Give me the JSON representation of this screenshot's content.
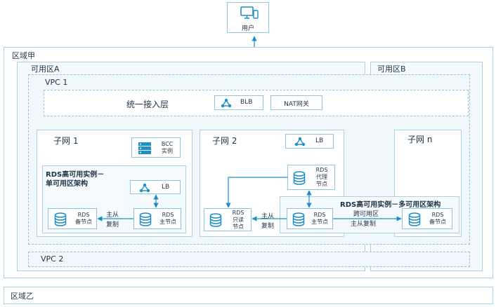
{
  "user": {
    "label": "用户",
    "icon": "computer-monitor-icon"
  },
  "region_a": "区域甲",
  "region_b": "区域乙",
  "az_a": "可用区A",
  "az_b": "可用区B",
  "vpc1": "VPC 1",
  "vpc2": "VPC 2",
  "access_layer": {
    "title": "统一接入层",
    "blb": "BLB",
    "nat": "NAT网关"
  },
  "subnet1": {
    "title": "子网 1",
    "bcc": {
      "line1": "BCC",
      "line2": "实例"
    },
    "rds_group": {
      "line1": "RDS高可用实例－",
      "line2": "单可用区架构"
    },
    "lb": "LB",
    "standby": {
      "line1": "RDS",
      "line2": "备节点"
    },
    "primary": {
      "line1": "RDS",
      "line2": "主节点"
    },
    "replication": {
      "line1": "主从",
      "line2": "复制"
    }
  },
  "subnet2": {
    "title": "子网 2",
    "lb": "LB",
    "proxy": {
      "line1": "RDS",
      "line2": "代理",
      "line3": "节点"
    },
    "readonly": {
      "line1": "RDS",
      "line2": "只读",
      "line3": "节点"
    },
    "replication": {
      "line1": "主从",
      "line2": "复制"
    },
    "primary": {
      "line1": "RDS",
      "line2": "主节点"
    }
  },
  "subnetn": {
    "title": "子网 n",
    "standby": {
      "line1": "RDS",
      "line2": "备节点"
    }
  },
  "multi_az_group": {
    "title": "RDS高可用实例－多可用区架构"
  },
  "cross_az": {
    "line1": "跨可用区",
    "line2": "主从复制"
  },
  "colors": {
    "accent": "#1e8fc6",
    "border": "#a9d2e6",
    "fill": "#f4fafd"
  }
}
